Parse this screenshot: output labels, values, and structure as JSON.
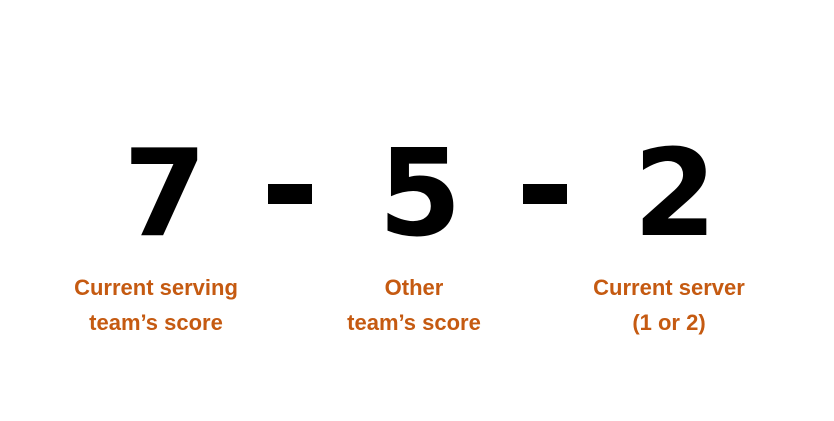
{
  "score_call": {
    "serving_team_score": "7",
    "separator_1": "-",
    "other_team_score": "5",
    "separator_2": "-",
    "current_server": "2"
  },
  "labels": {
    "serving_team": {
      "line1": "Current serving",
      "line2": "team’s score"
    },
    "other_team": {
      "line1": "Other",
      "line2": "team’s score"
    },
    "server": {
      "line1": "Current server",
      "line2": "(1 or 2)"
    }
  },
  "colors": {
    "numbers": "#000000",
    "labels": "#c55a11",
    "background": "#ffffff"
  }
}
